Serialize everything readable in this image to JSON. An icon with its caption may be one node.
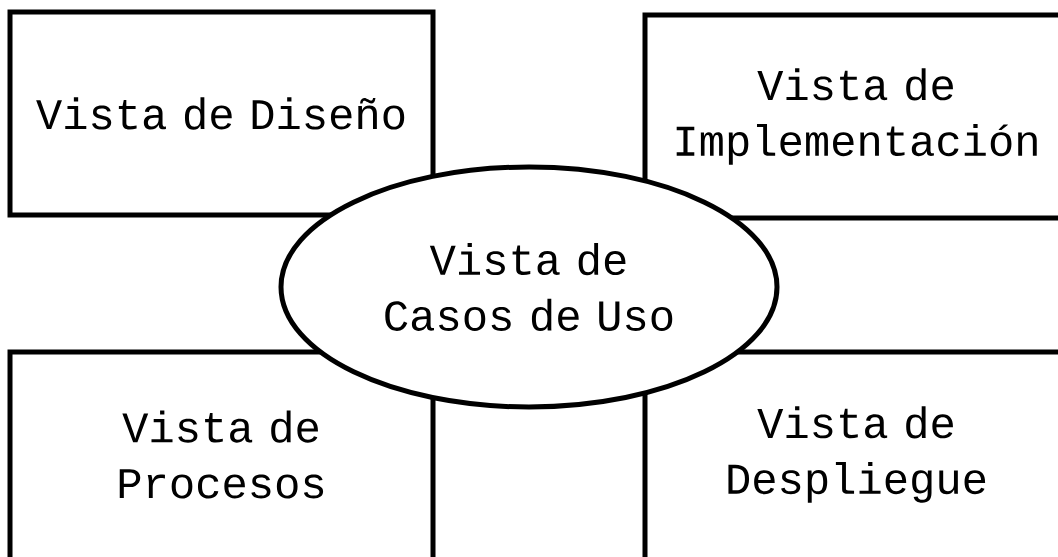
{
  "diagram": {
    "nodes": [
      {
        "text": [
          "Vista de Diseño"
        ]
      },
      {
        "text": [
          "Vista de Implementación"
        ]
      },
      {
        "text": [
          "Vista de Casos de Uso"
        ]
      },
      {
        "text": [
          "Vista de Procesos"
        ]
      },
      {
        "text": [
          "Vista de Despliegue"
        ]
      }
    ]
  }
}
